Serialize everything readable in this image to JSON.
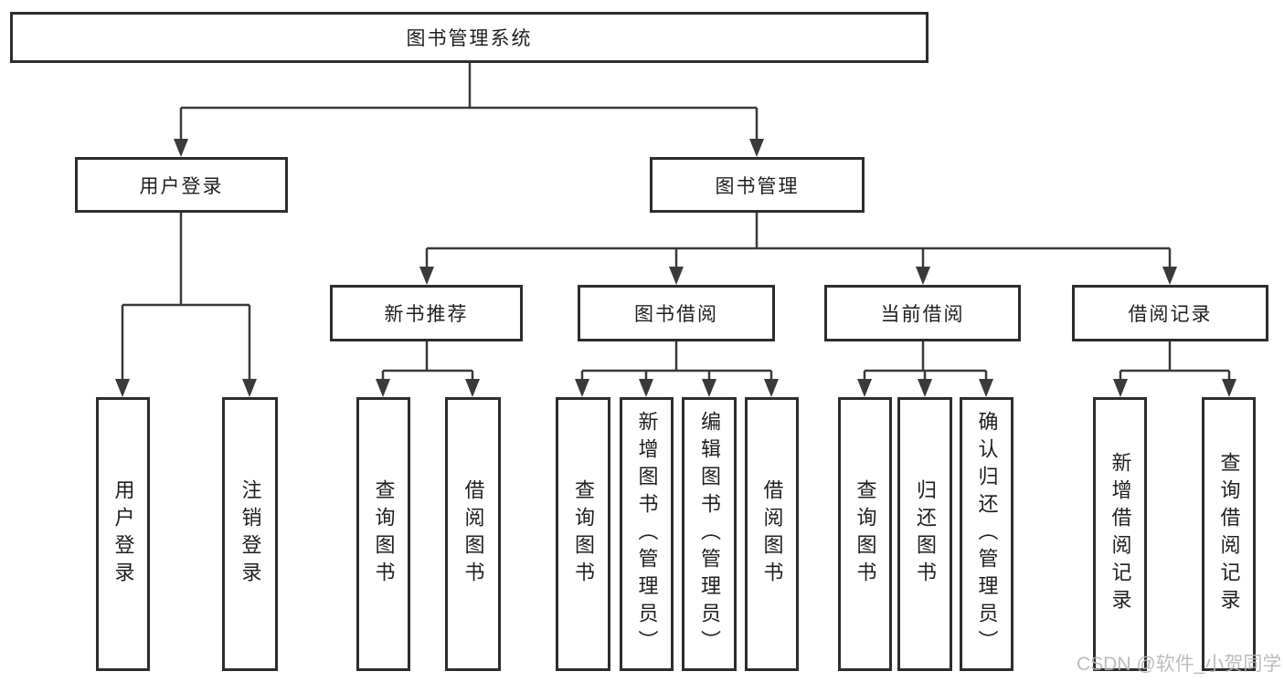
{
  "colors": {
    "line": "#3a3a3a",
    "box_border": "#2d2d2d",
    "text": "#1f1f1f",
    "background": "#ffffff",
    "watermark": "#b5b5b5"
  },
  "nodes": {
    "root": "图书管理系统",
    "level2": [
      "用户登录",
      "图书管理"
    ],
    "level3": [
      "新书推荐",
      "图书借阅",
      "当前借阅",
      "借阅记录"
    ],
    "leaves_user_login": [
      "用户登录",
      "注销登录"
    ],
    "leaves_new_book": [
      "查询图书",
      "借阅图书"
    ],
    "leaves_book_borrow": [
      "查询图书",
      "新增图书（管理员）",
      "编辑图书（管理员）",
      "借阅图书"
    ],
    "leaves_current_borrow": [
      "查询图书",
      "归还图书",
      "确认归还（管理员）"
    ],
    "leaves_borrow_record": [
      "新增借阅记录",
      "查询借阅记录"
    ]
  },
  "watermark": "CSDN @软件_小贺同学"
}
